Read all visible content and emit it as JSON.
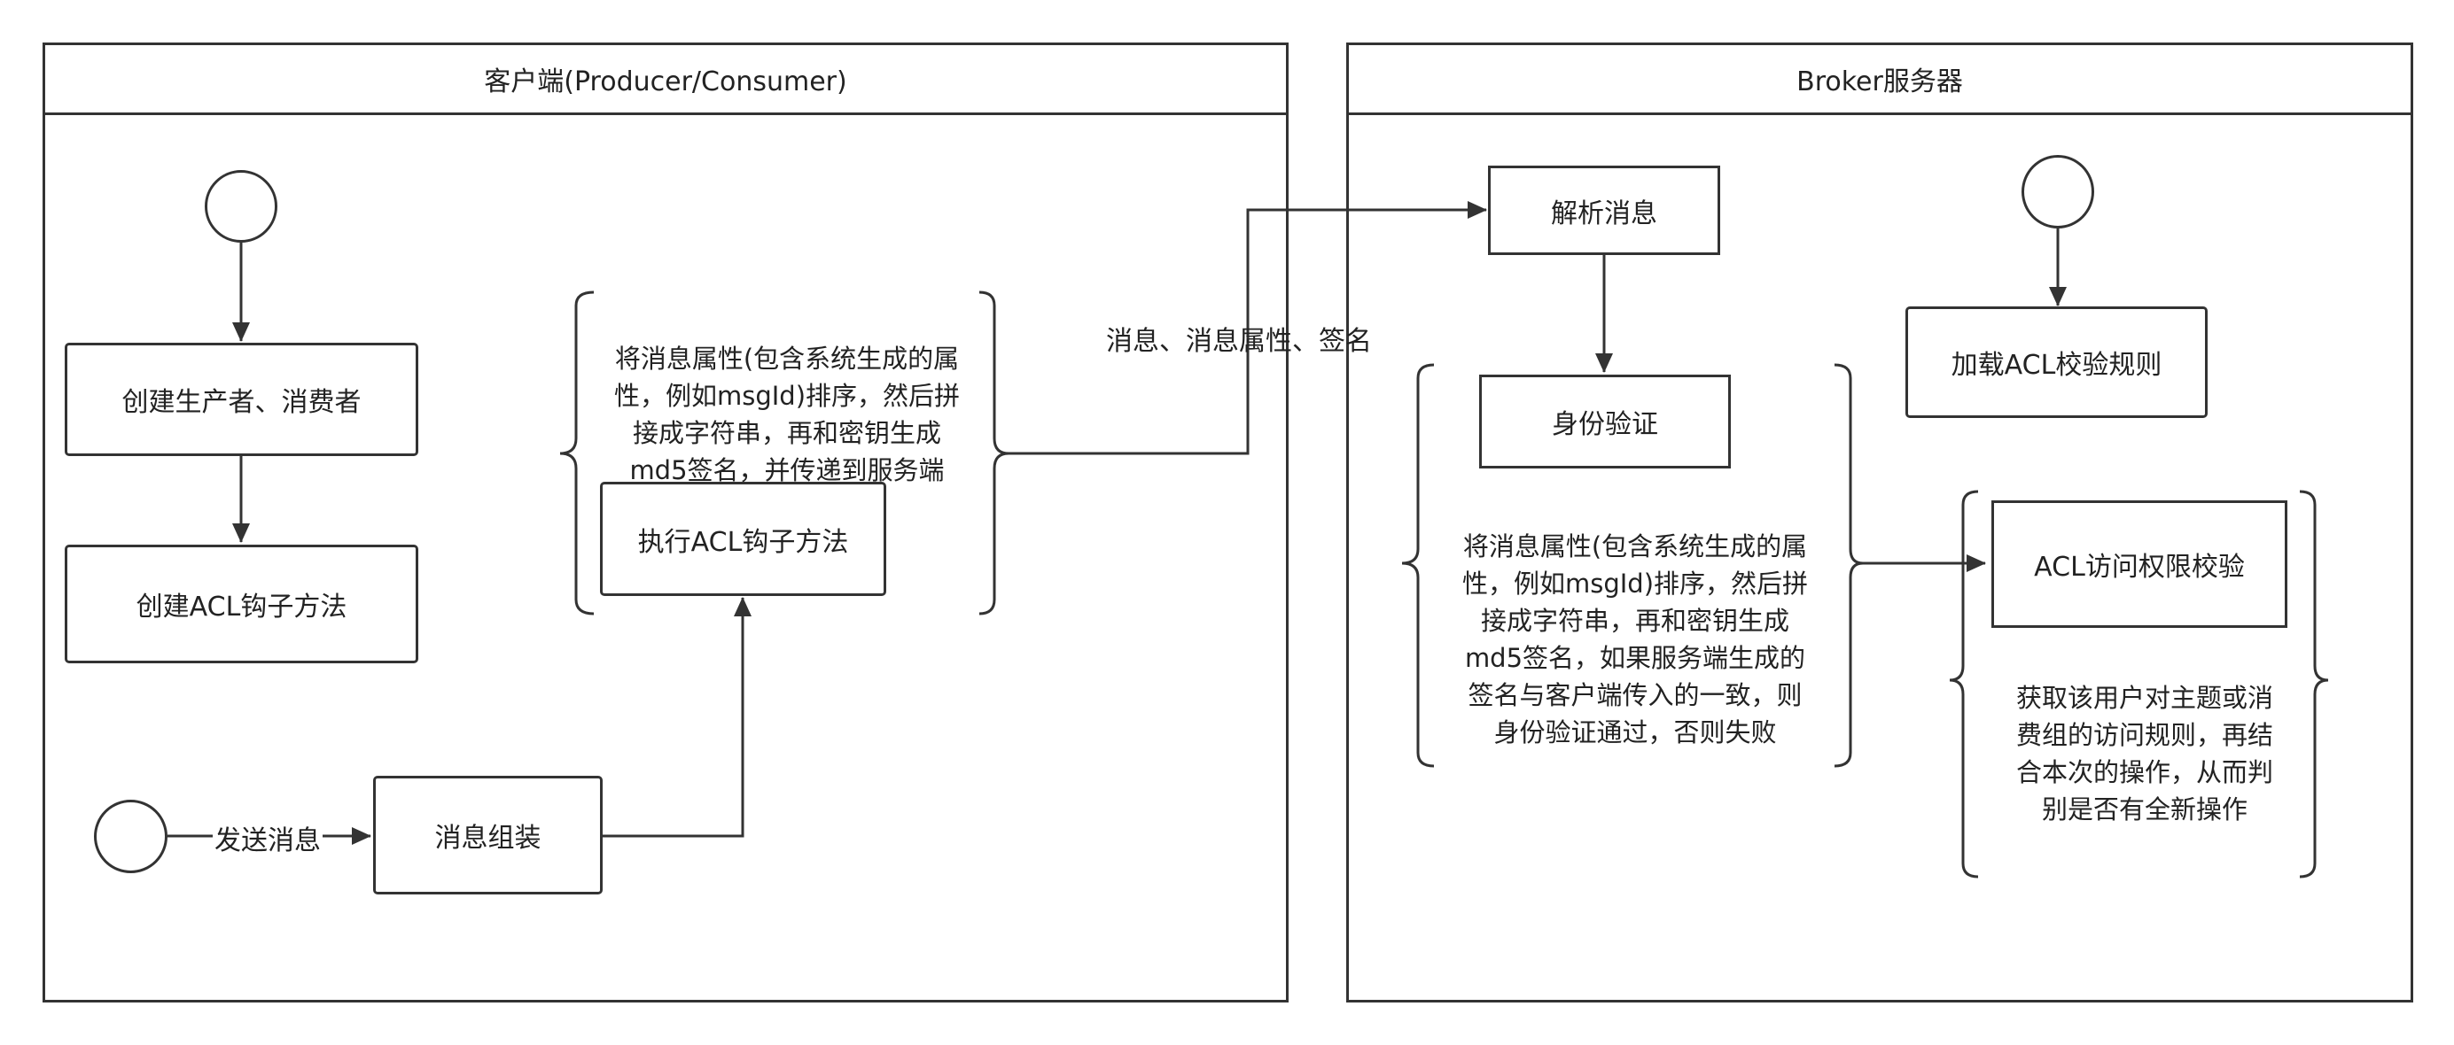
{
  "lanes": {
    "client": {
      "title": "客户端(Producer/Consumer)"
    },
    "broker": {
      "title": "Broker服务器"
    }
  },
  "nodes": {
    "create_producer_consumer": "创建生产者、消费者",
    "create_acl_hook": "创建ACL钩子方法",
    "assemble_message": "消息组装",
    "execute_acl_hook": "执行ACL钩子方法",
    "parse_message": "解析消息",
    "identity_verification": "身份验证",
    "load_acl_rules": "加载ACL校验规则",
    "acl_permission_check": "ACL访问权限校验"
  },
  "edge_labels": {
    "send_message": "发送消息",
    "message_props_signature": "消息、消息属性、签名"
  },
  "notes": {
    "client_sign": [
      "将消息属性(包含系统生成的属",
      "性，例如msgId)排序，然后拼",
      "接成字符串，再和密钥生成",
      "md5签名，并传递到服务端"
    ],
    "broker_verify": [
      "将消息属性(包含系统生成的属",
      "性，例如msgId)排序，然后拼",
      "接成字符串，再和密钥生成",
      "md5签名，如果服务端生成的",
      "签名与客户端传入的一致，则",
      "身份验证通过，否则失败"
    ],
    "broker_acl": [
      "获取该用户对主题或消",
      "费组的访问规则，再结",
      "合本次的操作，从而判",
      "别是否有全新操作"
    ]
  }
}
